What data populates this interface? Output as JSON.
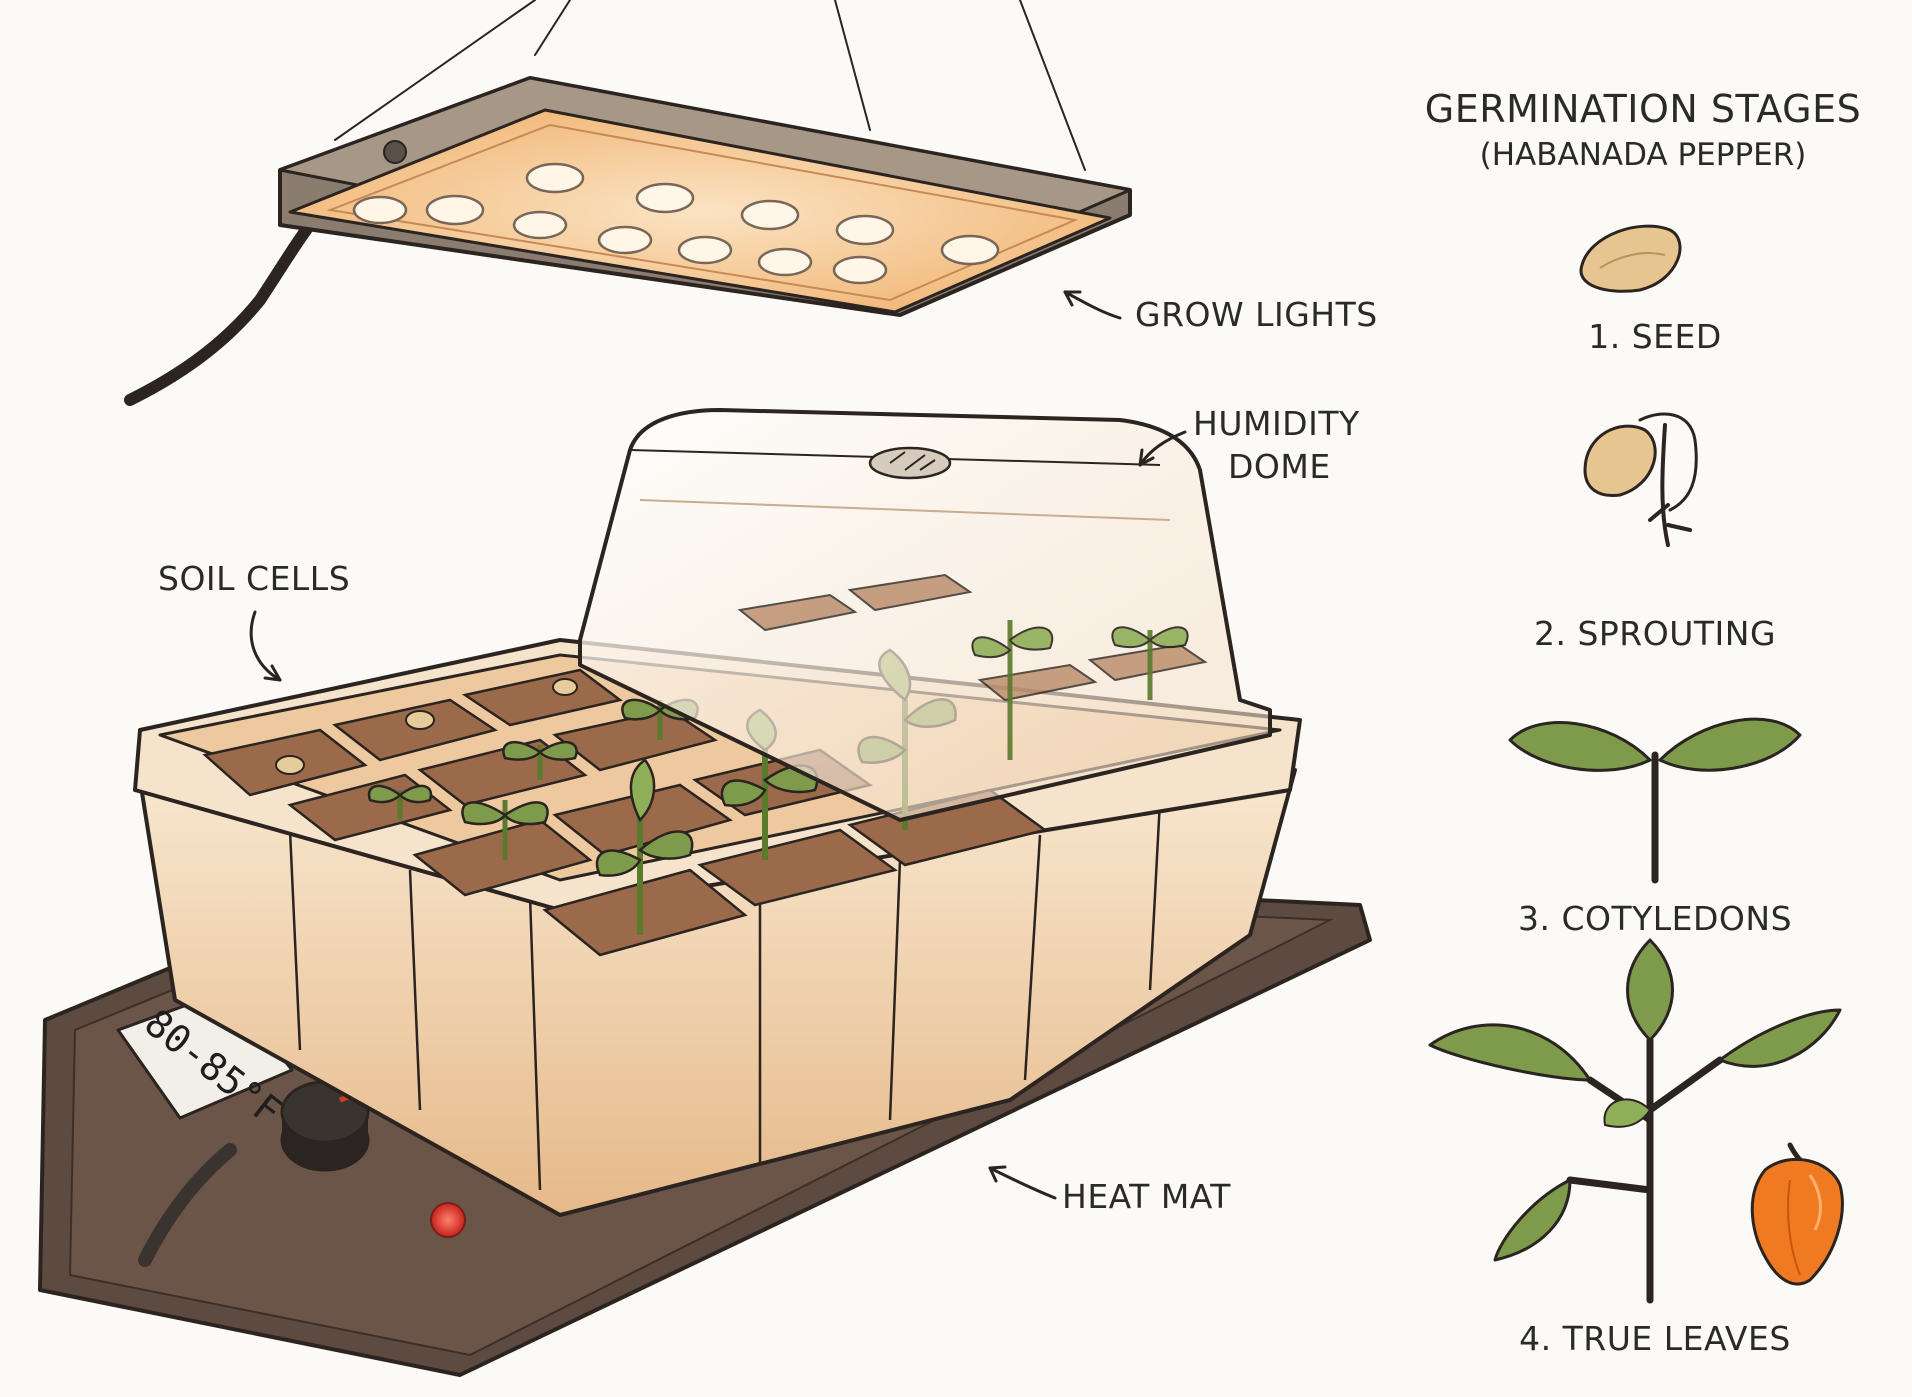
{
  "stages": {
    "title": "GERMINATION STAGES",
    "subtitle": "(HABANADA PEPPER)",
    "items": [
      {
        "label": "1. SEED"
      },
      {
        "label": "2. SPROUTING"
      },
      {
        "label": "3. COTYLEDONS"
      },
      {
        "label": "4. TRUE LEAVES"
      }
    ]
  },
  "labels": {
    "grow_lights": "GROW LIGHTS",
    "humidity_dome_line1": "HUMIDITY",
    "humidity_dome_line2": "DOME",
    "soil_cells": "SOIL CELLS",
    "heat_mat": "HEAT MAT"
  },
  "heat_mat": {
    "temperature": "80-85°F"
  },
  "colors": {
    "ink": "#2b2420",
    "light_panel": "#8a7d70",
    "light_glow": "#f6c48f",
    "tray": "#f1dcc0",
    "soil": "#9a6a4a",
    "leaf": "#7e9b4c",
    "mat": "#5d4a40",
    "pepper": "#f07a22",
    "indicator": "#e23a2a"
  }
}
